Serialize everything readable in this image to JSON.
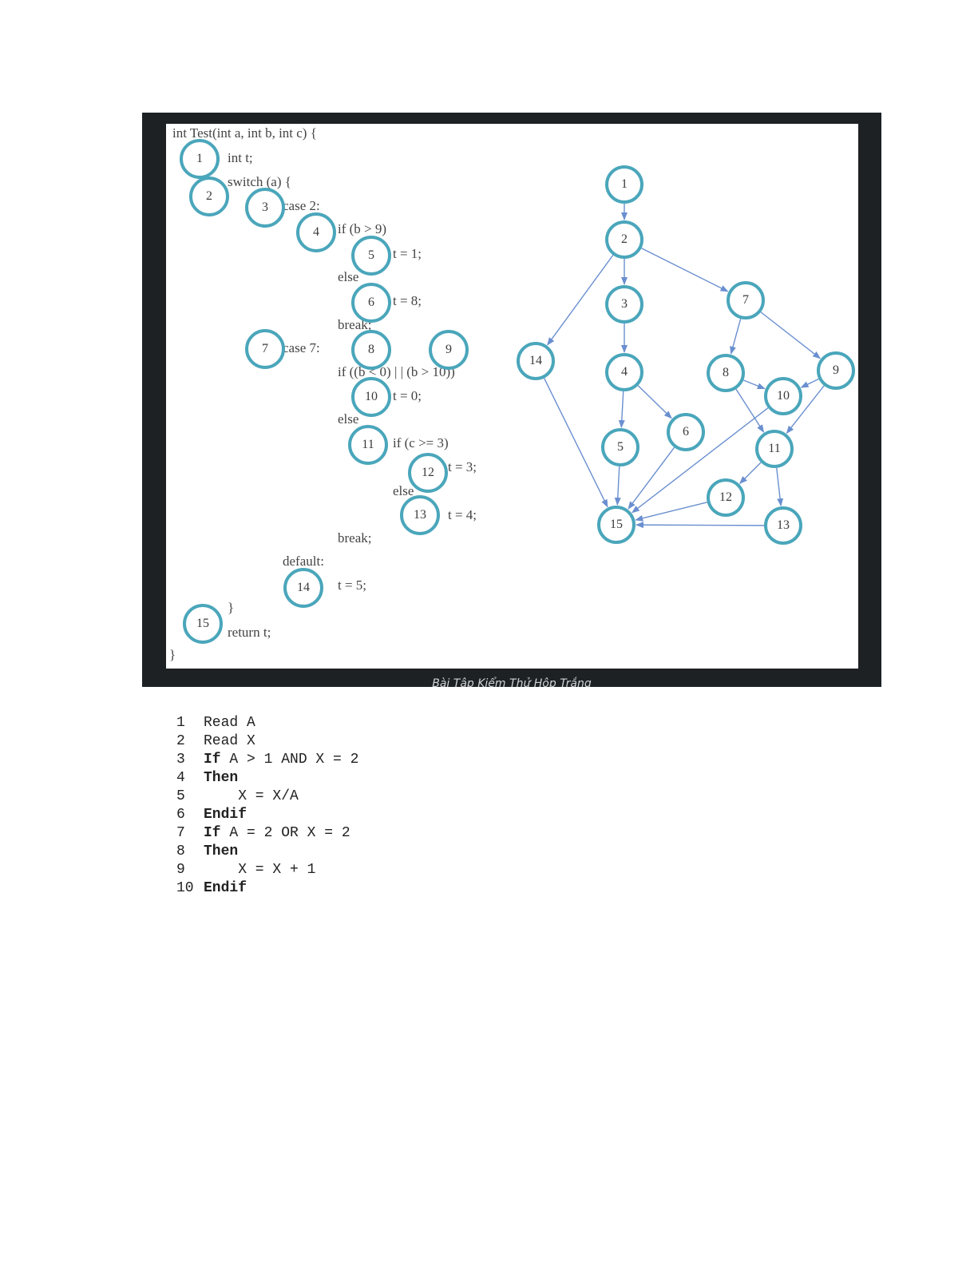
{
  "figure": {
    "caption": "Bài Tập Kiểm Thử Hộp Trắng",
    "code_lines": [
      "int Test(int a, int b, int c) {",
      "int t;",
      "switch (a) {",
      "case 2:",
      "if (b > 9)",
      "t = 1;",
      "else",
      "t = 8;",
      "break;",
      "case 7:",
      "if ((b < 0) | | (b > 10))",
      "t = 0;",
      "else",
      "if (c >= 3)",
      "t = 3;",
      "else",
      "t = 4;",
      "break;",
      "default:",
      "t = 5;",
      "}",
      "return t;",
      "}"
    ],
    "annotation_labels": [
      "1",
      "2",
      "3",
      "4",
      "5",
      "6",
      "7",
      "8",
      "9",
      "10",
      "11",
      "12",
      "13",
      "14",
      "15"
    ],
    "graph": {
      "nodes": [
        "1",
        "2",
        "3",
        "4",
        "5",
        "6",
        "7",
        "8",
        "9",
        "10",
        "11",
        "12",
        "13",
        "14",
        "15"
      ],
      "edges": [
        [
          "1",
          "2"
        ],
        [
          "2",
          "3"
        ],
        [
          "2",
          "7"
        ],
        [
          "2",
          "14"
        ],
        [
          "3",
          "4"
        ],
        [
          "4",
          "5"
        ],
        [
          "4",
          "6"
        ],
        [
          "5",
          "15"
        ],
        [
          "6",
          "15"
        ],
        [
          "7",
          "8"
        ],
        [
          "7",
          "9"
        ],
        [
          "8",
          "10"
        ],
        [
          "8",
          "11"
        ],
        [
          "9",
          "10"
        ],
        [
          "9",
          "11"
        ],
        [
          "10",
          "15"
        ],
        [
          "11",
          "12"
        ],
        [
          "11",
          "13"
        ],
        [
          "12",
          "15"
        ],
        [
          "13",
          "15"
        ],
        [
          "14",
          "15"
        ]
      ],
      "node_color": "#4aa6bb",
      "edge_color": "#6a8fd0"
    }
  },
  "pseudocode": {
    "lines": [
      {
        "num": "1",
        "kw": "",
        "text": "Read A"
      },
      {
        "num": "2",
        "kw": "",
        "text": "Read X"
      },
      {
        "num": "3",
        "kw": "If",
        "text": " A > 1 AND X = 2"
      },
      {
        "num": "4",
        "kw": "Then",
        "text": ""
      },
      {
        "num": "5",
        "kw": "",
        "text": "    X = X/A"
      },
      {
        "num": "6",
        "kw": "Endif",
        "text": ""
      },
      {
        "num": "7",
        "kw": "If",
        "text": " A = 2 OR X = 2"
      },
      {
        "num": "8",
        "kw": "Then",
        "text": ""
      },
      {
        "num": "9",
        "kw": "",
        "text": "    X = X + 1"
      },
      {
        "num": "10",
        "kw": "Endif",
        "text": ""
      }
    ]
  }
}
